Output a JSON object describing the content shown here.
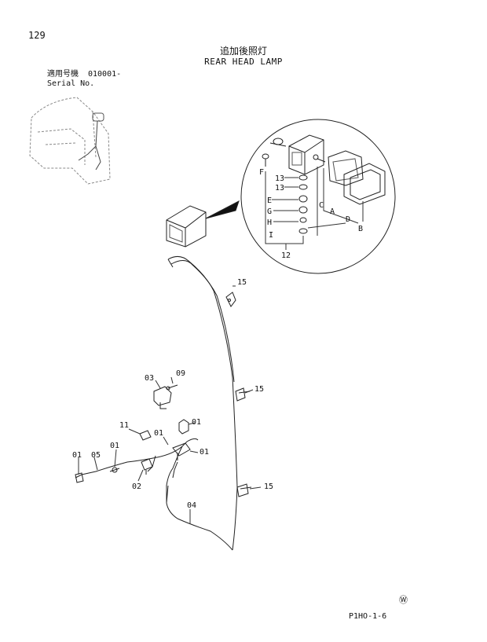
{
  "page_number": "129",
  "title_jp": "追加後照灯",
  "title_en": "REAR HEAD LAMP",
  "serial_label_jp": "適用号機",
  "serial_value": "010001-",
  "serial_label_en": "Serial No.",
  "callouts": {
    "F": "F",
    "13a": "13",
    "13b": "13",
    "E": "E",
    "G": "G",
    "H": "H",
    "I": "I",
    "C": "C",
    "A": "A",
    "D": "D",
    "B": "B",
    "12": "12",
    "15a": "15",
    "15b": "15",
    "15c": "15",
    "09": "09",
    "03": "03",
    "11": "11",
    "01a": "01",
    "01b": "01",
    "01c": "01",
    "01d": "01",
    "01e": "01",
    "05": "05",
    "02": "02",
    "04": "04"
  },
  "footer_code": "P1HO-1-6",
  "footer_mark": "Ⓦ"
}
